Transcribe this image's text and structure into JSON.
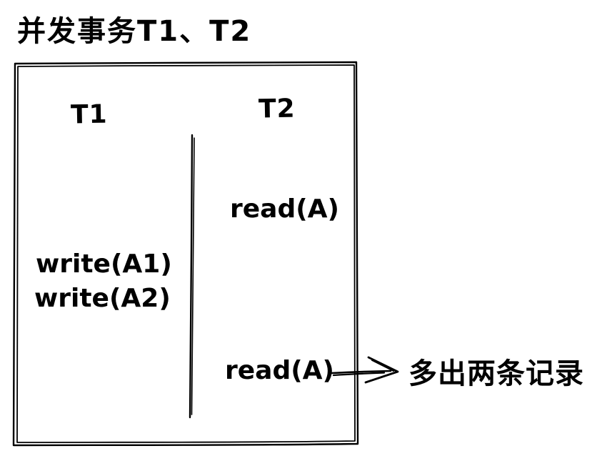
{
  "title": "并发事务T1、T2",
  "colors": {
    "ink": "#000000",
    "background": "#ffffff"
  },
  "box": {
    "t1": {
      "header": "T1",
      "operations": [
        "write(A1)",
        "write(A2)"
      ]
    },
    "t2": {
      "header": "T2",
      "operations": [
        "read(A)",
        "read(A)"
      ]
    }
  },
  "annotation": "多出两条记录"
}
